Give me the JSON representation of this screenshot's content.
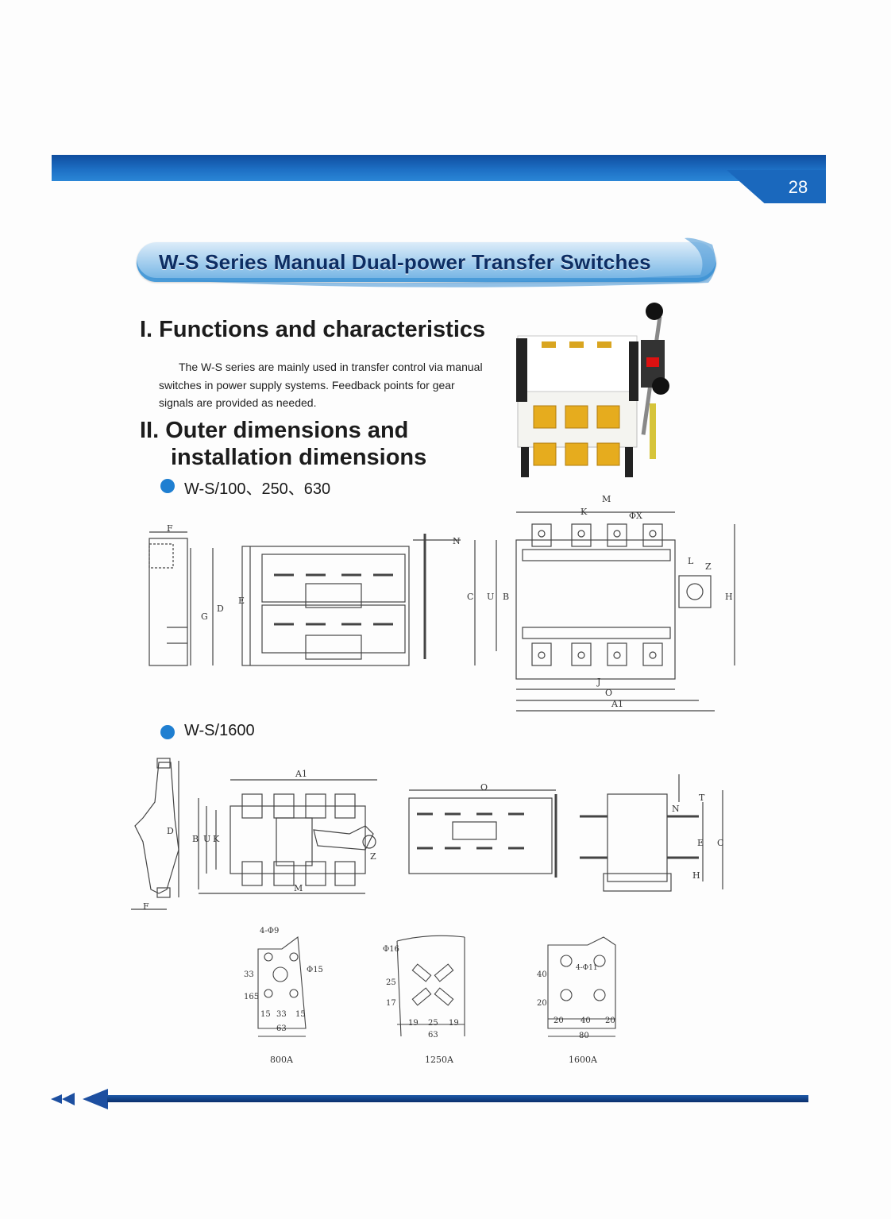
{
  "page": {
    "number": "28"
  },
  "header": {
    "title": "W-S Series Manual Dual-power Transfer Switches"
  },
  "section1": {
    "heading": "I. Functions and characteristics",
    "body": "The W-S series are mainly used in transfer control via manual switches in power supply systems. Feedback points for gear signals are provided as needed."
  },
  "section2": {
    "heading_line1": "II. Outer dimensions and",
    "heading_line2": "installation dimensions",
    "model_a": "W-S/100、250、630",
    "model_b": "W-S/1600"
  },
  "drawing_labels": {
    "d1": {
      "F": "F",
      "G": "G",
      "D": "D"
    },
    "d2": {
      "E": "E",
      "N": "N",
      "C": "C"
    },
    "d3": {
      "M": "M",
      "K": "K",
      "phiX": "ΦX",
      "U": "U",
      "B": "B",
      "L": "L",
      "Z": "Z",
      "H": "H",
      "J": "J",
      "O": "O",
      "A1": "A1"
    },
    "d4": {
      "D": "D",
      "F": "F"
    },
    "d5": {
      "A1": "A1",
      "B": "B",
      "U": "U",
      "K": "K",
      "M": "M",
      "Z": "Z"
    },
    "d6": {
      "O": "O"
    },
    "d7": {
      "N": "N",
      "C": "C",
      "E": "E",
      "H": "H",
      "T": "T"
    }
  },
  "hole_patterns": [
    {
      "caption": "800A",
      "dims": [
        "4-Φ9",
        "Φ15",
        "33",
        "165",
        "15",
        "33",
        "15",
        "63"
      ]
    },
    {
      "caption": "1250A",
      "dims": [
        "Φ16",
        "25",
        "17",
        "19",
        "25",
        "19",
        "63"
      ]
    },
    {
      "caption": "1600A",
      "dims": [
        "4-Φ11",
        "40",
        "20",
        "20",
        "40",
        "20",
        "80"
      ]
    }
  ]
}
